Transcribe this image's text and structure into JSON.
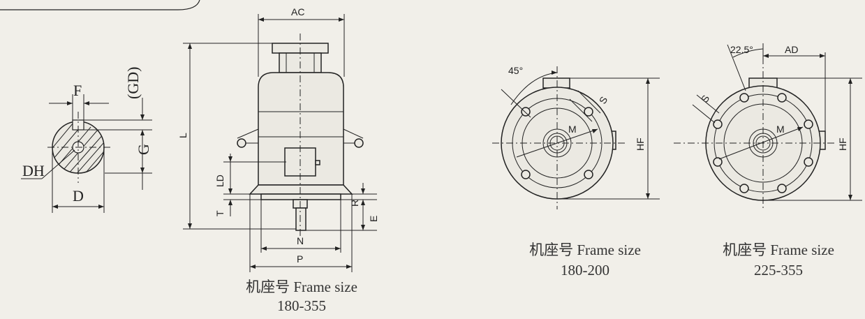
{
  "shaft_view": {
    "labels": {
      "F": "F",
      "GD": "(GD)",
      "G": "G",
      "DH": "DH",
      "D": "D"
    }
  },
  "side_view": {
    "labels": {
      "AC": "AC",
      "L": "L",
      "LD": "LD",
      "T": "T",
      "R": "R",
      "E": "E",
      "N": "N",
      "P": "P"
    },
    "caption": {
      "line1": "机座号 Frame size",
      "line2": "180-355"
    }
  },
  "flange_small": {
    "labels": {
      "angle": "45°",
      "S": "S",
      "M": "M",
      "HF": "HF"
    },
    "caption": {
      "line1": "机座号 Frame size",
      "line2": "180-200"
    }
  },
  "flange_large": {
    "labels": {
      "angle": "22.5°",
      "AD": "AD",
      "S": "S",
      "M": "M",
      "HF": "HF"
    },
    "caption": {
      "line1": "机座号 Frame size",
      "line2": "225-355"
    }
  }
}
